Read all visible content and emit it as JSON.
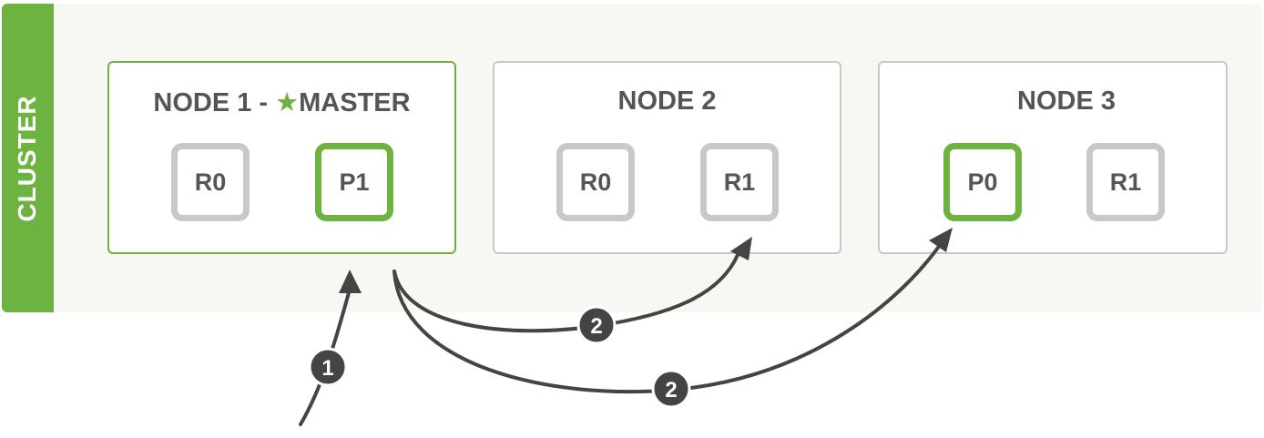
{
  "cluster": {
    "label": "CLUSTER"
  },
  "nodes": [
    {
      "title_prefix": "NODE 1 - ",
      "star": "★",
      "title_suffix": "MASTER",
      "role": "master",
      "shards": [
        {
          "label": "R0",
          "type": "replica"
        },
        {
          "label": "P1",
          "type": "primary"
        }
      ]
    },
    {
      "title": "NODE 2",
      "shards": [
        {
          "label": "R0",
          "type": "replica"
        },
        {
          "label": "R1",
          "type": "replica"
        }
      ]
    },
    {
      "title": "NODE 3",
      "shards": [
        {
          "label": "P0",
          "type": "primary"
        },
        {
          "label": "R1",
          "type": "replica"
        }
      ]
    }
  ],
  "steps": [
    {
      "label": "1"
    },
    {
      "label": "2"
    },
    {
      "label": "2"
    }
  ],
  "colors": {
    "accent": "#6db33f",
    "inactive": "#c8c8c8",
    "text": "#555555",
    "arrow": "#444444",
    "background": "#f7f8f4"
  }
}
